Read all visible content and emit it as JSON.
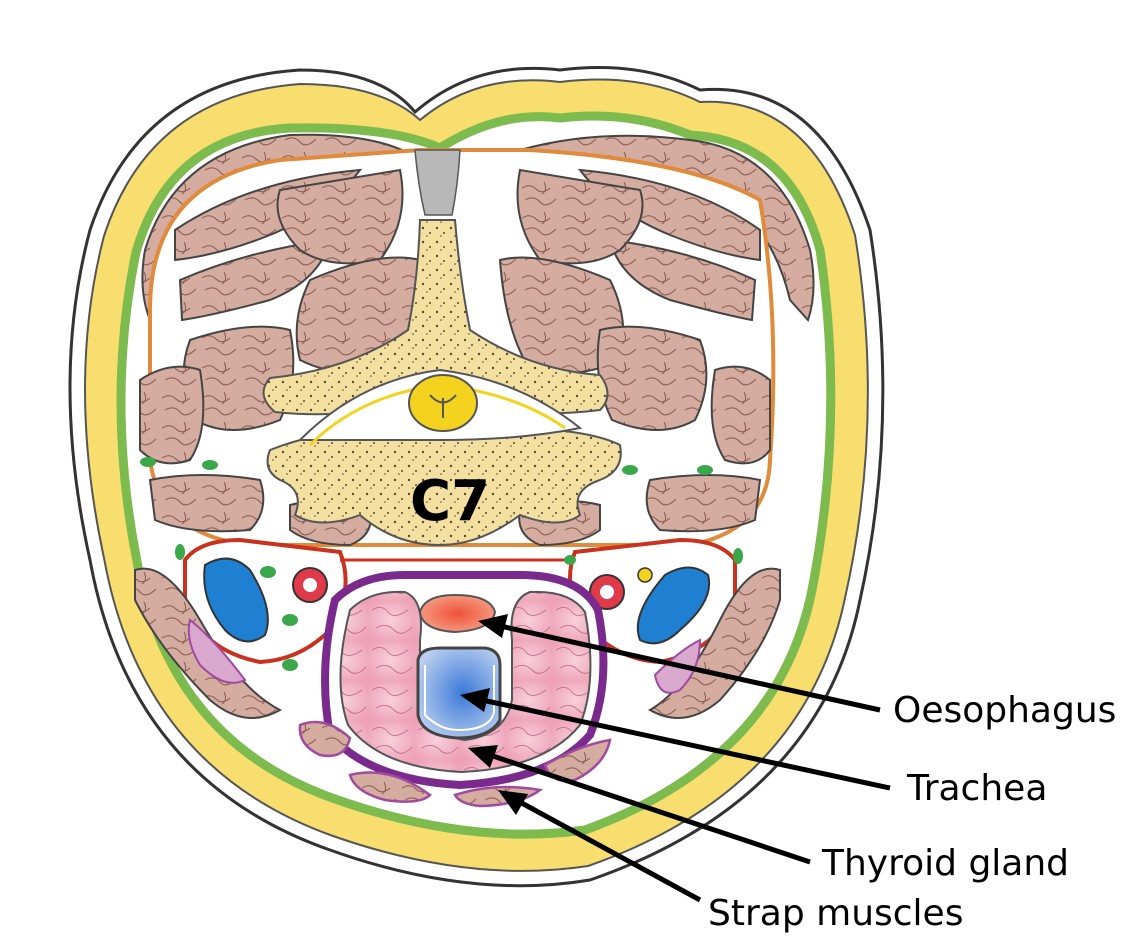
{
  "diagram": {
    "vertebra_label": "C7",
    "labels": {
      "oesophagus": "Oesophagus",
      "trachea": "Trachea",
      "thyroid_gland": "Thyroid gland",
      "strap_muscles": "Strap muscles"
    },
    "colors": {
      "skin_fat": "#f8de6e",
      "fascia": "#7dbb4e",
      "muscle": "#d4aca0",
      "bone": "#f3dfa0",
      "spinal_cord": "#f4d31e",
      "prevertebral_fascia": "#e08a3c",
      "carotid_sheath": "#c8321e",
      "jugular_vein": "#1f7fd0",
      "carotid_artery": "#e03a4a",
      "thyroid": "#f0b4c6",
      "pretracheal_fascia": "#7a2a8c",
      "strap_muscle_fill": "#d9a8cf",
      "oesophagus": "#f07058",
      "trachea": "#5f8fd8",
      "nerve": "#3aa84a"
    }
  }
}
